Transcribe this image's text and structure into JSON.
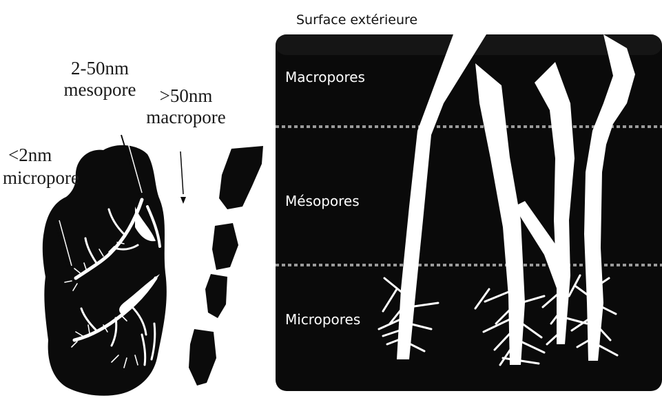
{
  "left_figure": {
    "micropore": {
      "size": "<2nm",
      "name": "micropore"
    },
    "mesopore": {
      "size": "2-50nm",
      "name": "mesopore"
    },
    "macropore": {
      "size": ">50nm",
      "name": "macropore"
    }
  },
  "right_figure": {
    "surface_label": "Surface extérieure",
    "zones": [
      {
        "label": "Macropores"
      },
      {
        "label": "Mésopores"
      },
      {
        "label": "Micropores"
      }
    ]
  },
  "colors": {
    "particle": "#0b0b0b",
    "pore": "#ffffff",
    "divider": "#9a9a9a"
  }
}
